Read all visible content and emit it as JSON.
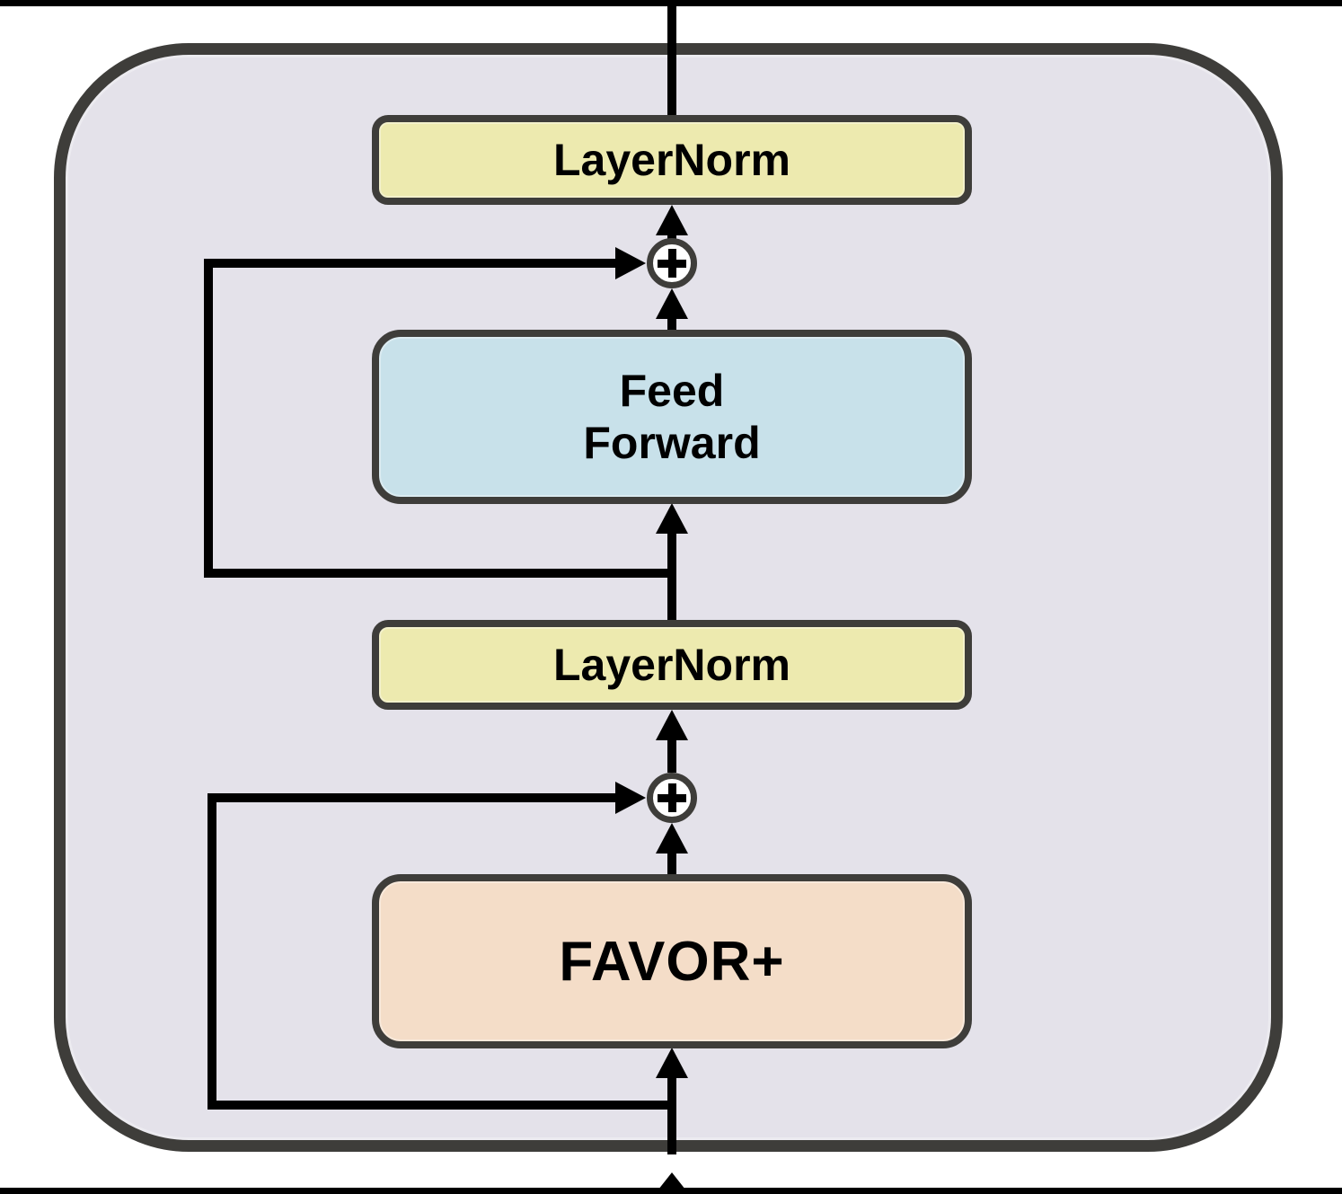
{
  "diagram": {
    "description": "transformer-style block diagram",
    "blocks": [
      {
        "id": "layernorm-top",
        "label": "LayerNorm",
        "fill": "#edeaaf"
      },
      {
        "id": "feed-forward",
        "label": "Feed\nForward",
        "fill": "#c8e1ea"
      },
      {
        "id": "layernorm-mid",
        "label": "LayerNorm",
        "fill": "#edeaaf"
      },
      {
        "id": "favor-plus",
        "label": "FAVOR+",
        "fill": "#f4ddc8"
      }
    ],
    "operators": [
      {
        "id": "add-top",
        "icon": "plus-in-circle"
      },
      {
        "id": "add-bottom",
        "icon": "plus-in-circle"
      }
    ],
    "connectors": [
      "output-line-top",
      "arrow-add-top-to-layernorm-top",
      "arrow-feedforward-to-add-top",
      "arrow-layernorm-mid-to-feedforward",
      "skip-connection-feedforward",
      "arrow-add-bottom-to-layernorm-mid",
      "arrow-favor-to-add-bottom",
      "input-arrow-to-favor",
      "skip-connection-favor",
      "cropped-input-arrowhead-bottom"
    ],
    "colors": {
      "container_fill": "#e4e2ea",
      "outline": "#3e3d3a",
      "line": "#000000",
      "layernorm_fill": "#edeaaf",
      "feed_forward_fill": "#c8e1ea",
      "favor_fill": "#f4ddc8",
      "frame_bar": "#000000"
    }
  }
}
